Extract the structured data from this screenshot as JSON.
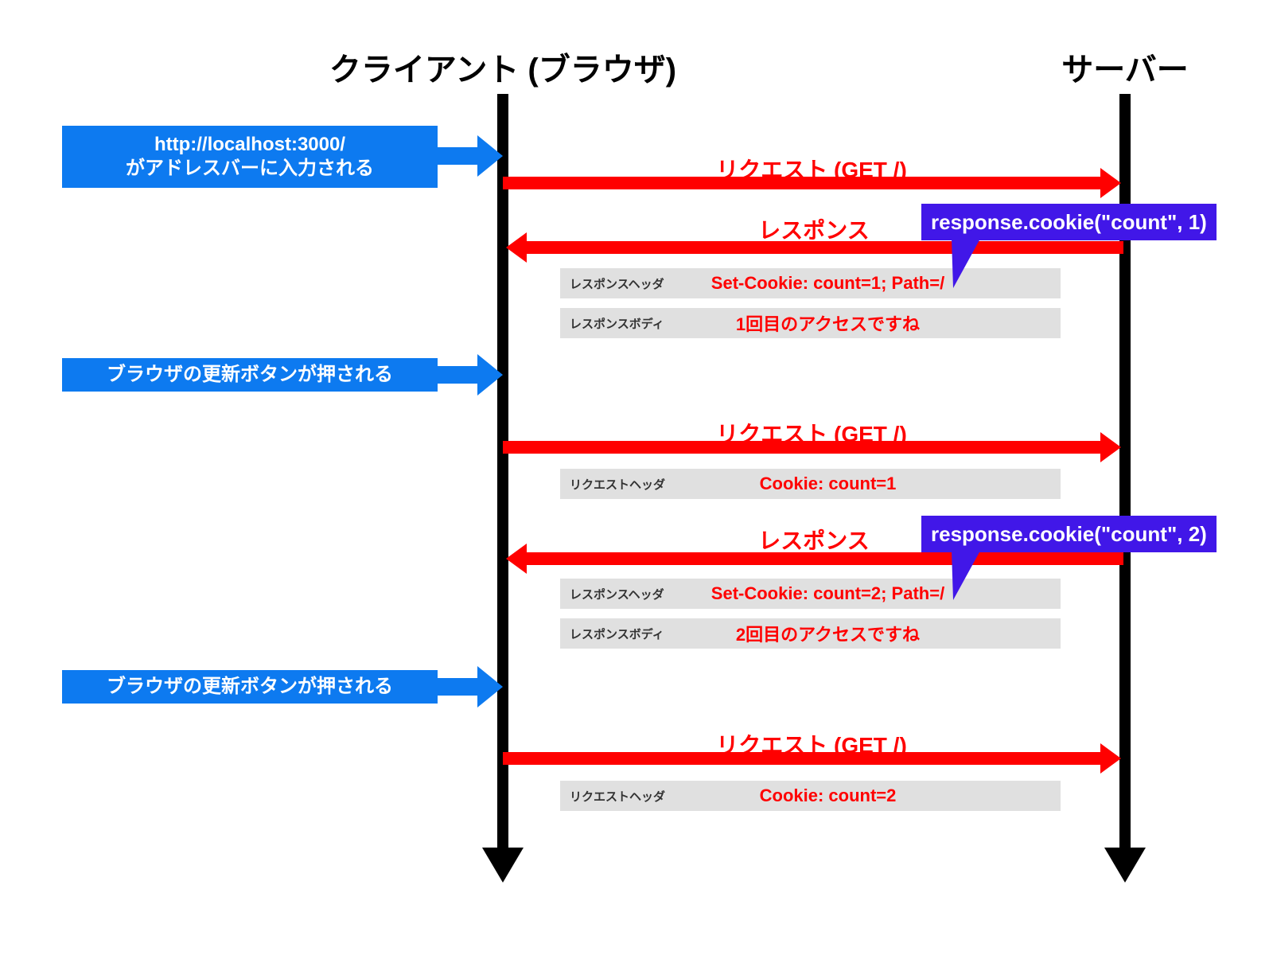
{
  "diagram": {
    "title_client": "クライアント (ブラウザ)",
    "title_server": "サーバー",
    "colors": {
      "client_event": "#0d7af0",
      "message": "#ff0000",
      "callout": "#4117e8",
      "detail_row": "#e0e0e0",
      "lifeline": "#000000"
    }
  },
  "events": [
    {
      "line1": "http://localhost:3000/",
      "line2": "がアドレスバーに入力される"
    },
    {
      "line1": "ブラウザの更新ボタンが押される",
      "line2": ""
    },
    {
      "line1": "ブラウザの更新ボタンが押される",
      "line2": ""
    }
  ],
  "messages": [
    {
      "label": "リクエスト (GET /)",
      "direction": "request"
    },
    {
      "label": "レスポンス",
      "direction": "response"
    },
    {
      "label": "リクエスト (GET /)",
      "direction": "request"
    },
    {
      "label": "レスポンス",
      "direction": "response"
    },
    {
      "label": "リクエスト (GET /)",
      "direction": "request"
    }
  ],
  "details": [
    {
      "label": "レスポンスヘッダ",
      "value": "Set-Cookie: count=1; Path=/"
    },
    {
      "label": "レスポンスボディ",
      "value": "1回目のアクセスですね"
    },
    {
      "label": "リクエストヘッダ",
      "value": "Cookie: count=1"
    },
    {
      "label": "レスポンスヘッダ",
      "value": "Set-Cookie: count=2; Path=/"
    },
    {
      "label": "レスポンスボディ",
      "value": "2回目のアクセスですね"
    },
    {
      "label": "リクエストヘッダ",
      "value": "Cookie: count=2"
    }
  ],
  "callouts": [
    {
      "text": "response.cookie(\"count\", 1)"
    },
    {
      "text": "response.cookie(\"count\", 2)"
    }
  ]
}
